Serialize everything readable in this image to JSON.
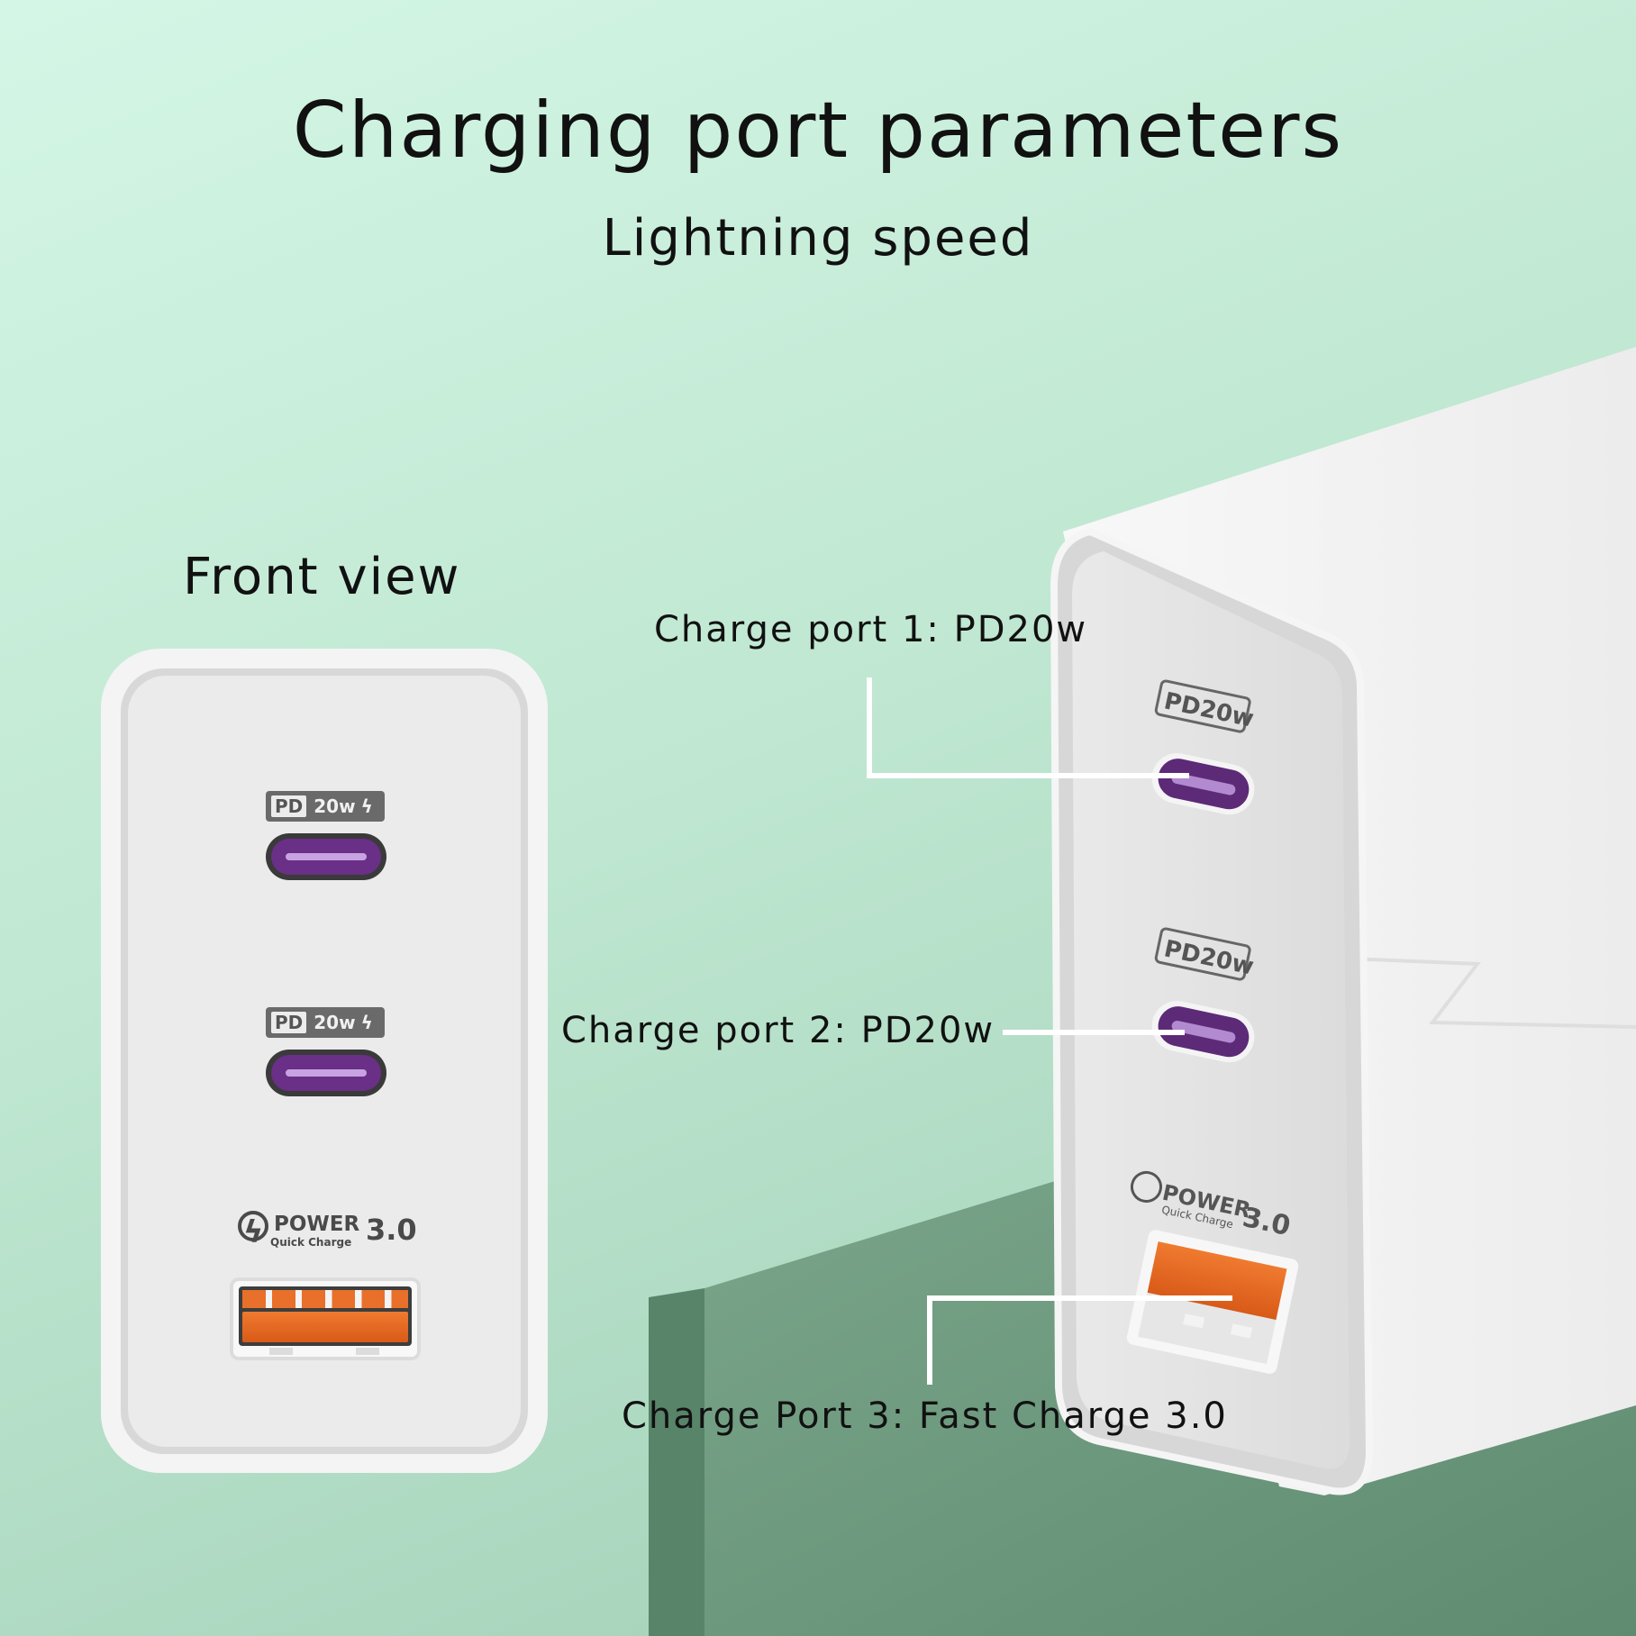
{
  "header": {
    "title": "Charging port parameters",
    "subtitle": "Lightning speed"
  },
  "front_view": {
    "label": "Front view",
    "ports": [
      {
        "badge_box": "PD",
        "badge_text": "20w",
        "type": "usb-c"
      },
      {
        "badge_box": "PD",
        "badge_text": "20w",
        "type": "usb-c"
      },
      {
        "badge_power": "POWER",
        "badge_sub": "Quick Charge",
        "badge_ver": "3.0",
        "type": "usb-a"
      }
    ]
  },
  "callouts": [
    {
      "text": "Charge port 1: PD20w"
    },
    {
      "text": "Charge port 2: PD20w"
    },
    {
      "text": "Charge Port 3: Fast Charge 3.0"
    }
  ],
  "colors": {
    "background_top": "#d3f5e4",
    "background_bottom": "#aed8c1",
    "box_top": "#6f9a80",
    "box_side": "#4e7a60",
    "charger_body": "#f3f3f3",
    "usb_c_port": "#6a2f86",
    "usb_a_port": "#e8702a"
  }
}
